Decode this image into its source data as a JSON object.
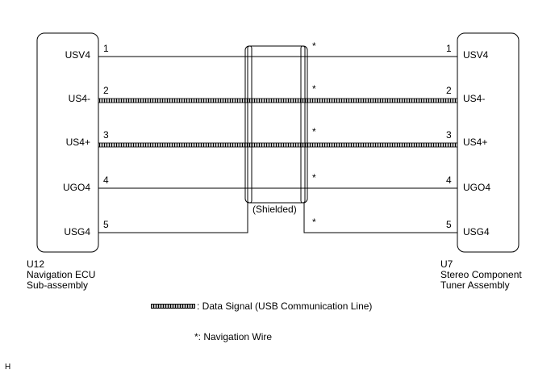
{
  "left_unit": {
    "code": "U12",
    "name_line1": "Navigation ECU",
    "name_line2": "Sub-assembly"
  },
  "right_unit": {
    "code": "U7",
    "name_line1": "Stereo Component",
    "name_line2": "Tuner Assembly"
  },
  "wires": [
    {
      "pin": "1",
      "left_label": "USV4",
      "right_label": "USV4",
      "mark": "*",
      "data_signal": false
    },
    {
      "pin": "2",
      "left_label": "US4-",
      "right_label": "US4-",
      "mark": "*",
      "data_signal": true
    },
    {
      "pin": "3",
      "left_label": "US4+",
      "right_label": "US4+",
      "mark": "*",
      "data_signal": true
    },
    {
      "pin": "4",
      "left_label": "UGO4",
      "right_label": "UGO4",
      "mark": "*",
      "data_signal": false
    },
    {
      "pin": "5",
      "left_label": "USG4",
      "right_label": "USG4",
      "mark": "*",
      "data_signal": false
    }
  ],
  "shield_label": "(Shielded)",
  "legend": {
    "data_signal": ": Data Signal (USB Communication Line)",
    "navigation_wire": "*: Navigation Wire"
  },
  "corner_mark": "H"
}
